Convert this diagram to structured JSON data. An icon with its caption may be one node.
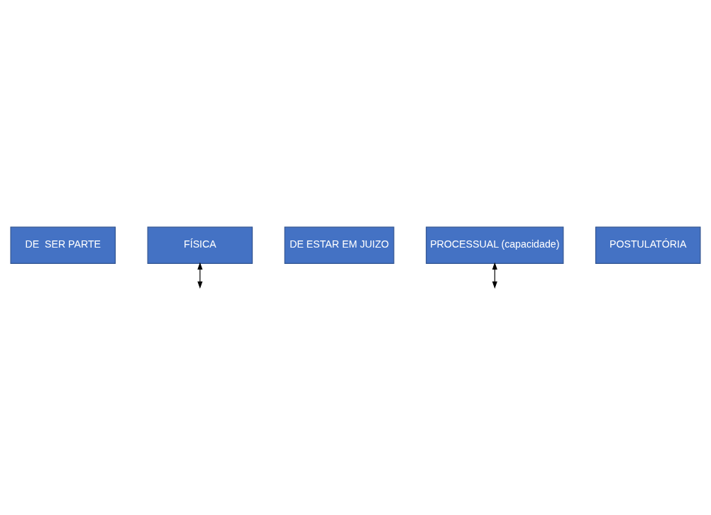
{
  "diagram": {
    "nodes": [
      {
        "text": [
          "DE  SER PARTE"
        ]
      },
      {
        "text": [
          "FÍSICA"
        ]
      },
      {
        "text": [
          "DE ESTAR EM JUIZO"
        ]
      },
      {
        "text": [
          "PROCESSUAL (capacidade)"
        ]
      },
      {
        "text": [
          "POSTULATÓRIA"
        ]
      }
    ],
    "edges": [
      {
        "from": 1,
        "to": null,
        "arrow": "both"
      },
      {
        "from": 3,
        "to": null,
        "arrow": "both"
      }
    ]
  }
}
